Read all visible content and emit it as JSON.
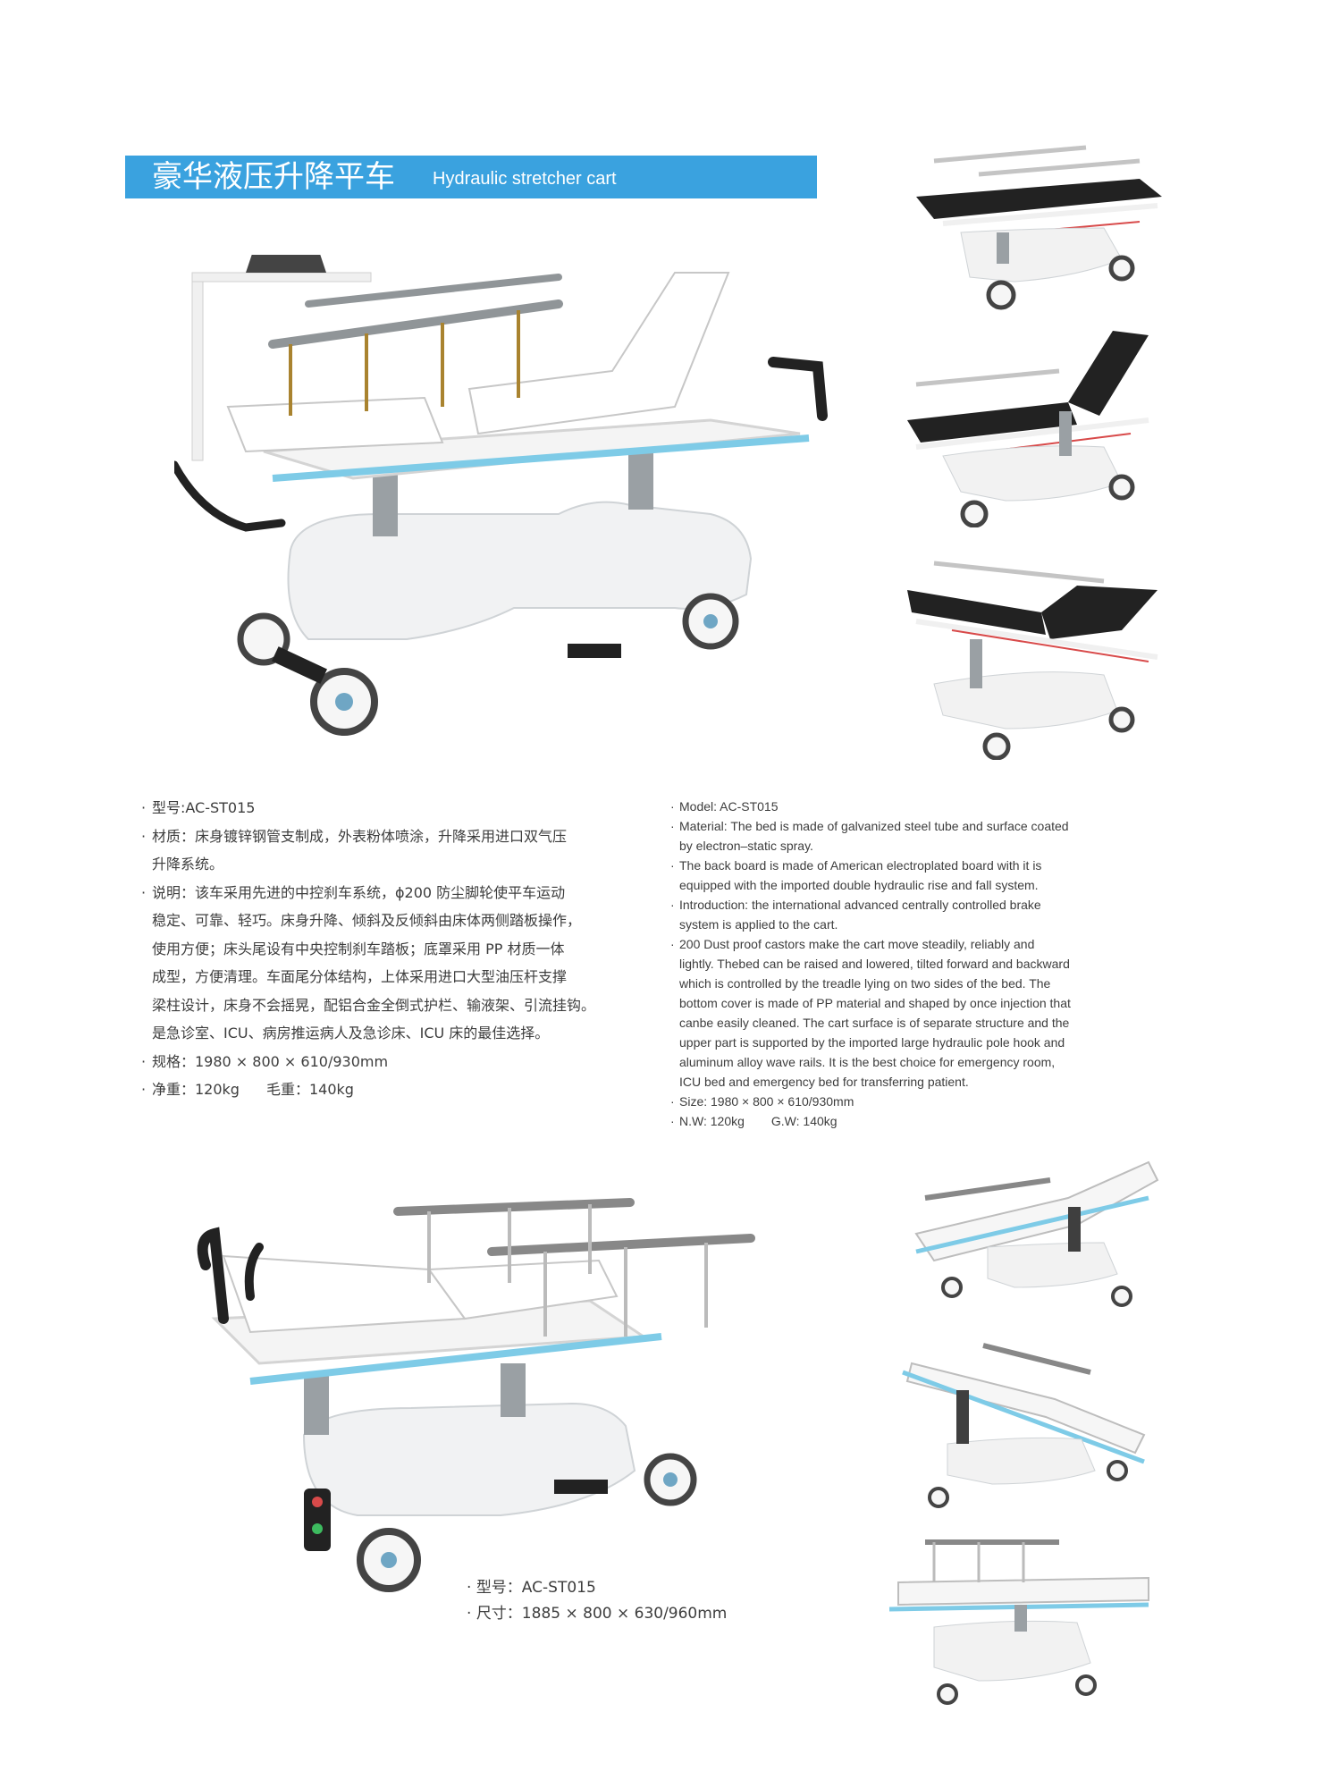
{
  "header": {
    "title_cn": "豪华液压升降平车",
    "title_en": "Hydraulic stretcher cart",
    "bar_color": "#3aa2df"
  },
  "spec_cn": {
    "model": "型号:AC-ST015",
    "material_1": "材质：床身镀锌钢管支制成，外表粉体喷涂，升降采用进口双气压",
    "material_2": "升降系统。",
    "desc_1": "说明：该车采用先进的中控刹车系统，ϕ200 防尘脚轮使平车运动",
    "desc_2": "稳定、可靠、轻巧。床身升降、倾斜及反倾斜由床体两侧踏板操作，",
    "desc_3": "使用方便；床头尾设有中央控制刹车踏板；底罩采用 PP 材质一体",
    "desc_4": "成型，方便清理。车面尾分体结构，上体采用进口大型油压杆支撑",
    "desc_5": "梁柱设计，床身不会摇晃，配铝合金全倒式护栏、输液架、引流挂钩。",
    "desc_6": "是急诊室、ICU、病房推运病人及急诊床、ICU 床的最佳选择。",
    "size": "规格：1980 × 800 × 610/930mm",
    "net_weight": "净重：120kg",
    "gross_weight": "毛重：140kg"
  },
  "spec_en": {
    "model": "Model: AC-ST015",
    "material_1": "Material: The bed is made of galvanized steel tube and surface coated",
    "material_2": "by electron–static spray.",
    "back_1": "The back board is made of American electroplated board with it is",
    "back_2": "equipped with the imported double hydraulic rise and fall system.",
    "intro_1": "Introduction: the international advanced centrally controlled brake",
    "intro_2": "system is applied to the cart.",
    "castor_1": " 200 Dust proof castors make the cart move steadily, reliably and",
    "castor_2": "lightly. Thebed can be raised and lowered, tilted forward and backward",
    "castor_3": "which is controlled by the treadle lying on two sides of the bed. The",
    "castor_4": "bottom cover is made of PP material and shaped by once injection that",
    "castor_5": "canbe easily cleaned. The cart surface is of separate structure and the",
    "castor_6": "upper part is supported by the imported large hydraulic pole hook and",
    "castor_7": "aluminum alloy wave rails. It is the best choice for emergency room,",
    "castor_8": "ICU bed and emergency bed for transferring patient.",
    "size": "Size: 1980 × 800 × 610/930mm",
    "nw": "N.W: 120kg",
    "gw": "G.W: 140kg"
  },
  "spec2": {
    "model": "型号：AC-ST015",
    "size": "尺寸：1885 × 800 × 630/960mm"
  },
  "bullet": "·"
}
